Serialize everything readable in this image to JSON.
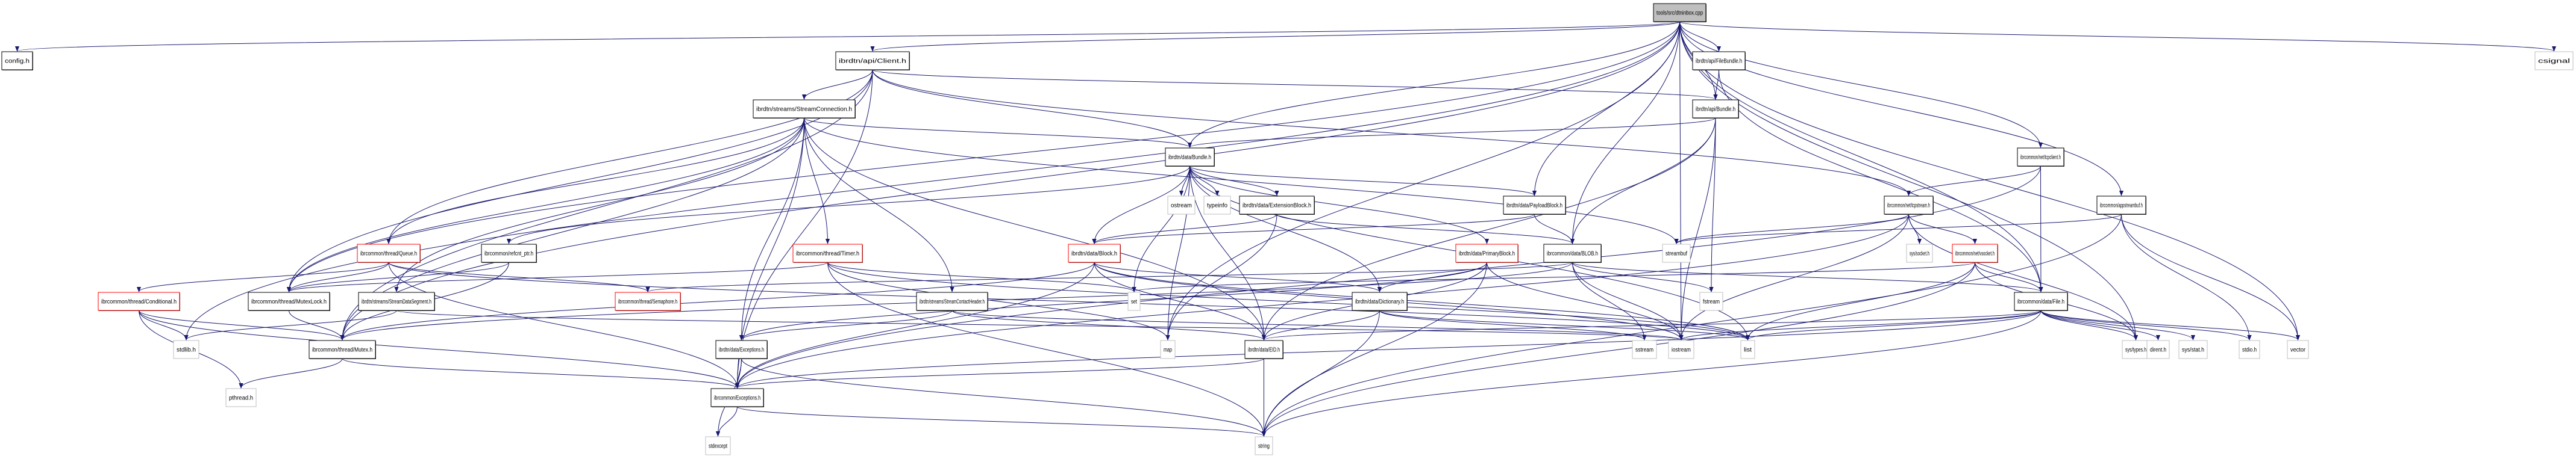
{
  "title": "Include dependency graph for tools/src/dtninbox.cpp",
  "colors": {
    "edge": "#191970",
    "root_fill": "#bfbfbf",
    "documented_border": "#000000",
    "truncated_border": "#ff0000",
    "external_border": "#bfbfbf",
    "node_fill": "#ffffff"
  },
  "legend_kinds": {
    "root": "file being documented (gray fill)",
    "documented": "documented header (black border)",
    "truncated": "graph truncated (red border)",
    "external": "system/external header (gray border)"
  },
  "nodes": [
    {
      "id": "root",
      "label": "tools/src/dtninbox.cpp",
      "kind": "root"
    },
    {
      "id": "config",
      "label": "config.h",
      "kind": "documented"
    },
    {
      "id": "client",
      "label": "ibrdtn/api/Client.h",
      "kind": "documented"
    },
    {
      "id": "filebundle",
      "label": "ibrdtn/api/FileBundle.h",
      "kind": "documented"
    },
    {
      "id": "apibundle",
      "label": "ibrdtn/api/Bundle.h",
      "kind": "documented"
    },
    {
      "id": "streamconn",
      "label": "ibrdtn/streams/StreamConnection.h",
      "kind": "documented"
    },
    {
      "id": "databundle",
      "label": "ibrdtn/data/Bundle.h",
      "kind": "documented"
    },
    {
      "id": "tcpclient",
      "label": "ibrcommon/net/tcpclient.h",
      "kind": "documented"
    },
    {
      "id": "tcpstream",
      "label": "ibrcommon/net/tcpstream.h",
      "kind": "documented"
    },
    {
      "id": "appstreambuf",
      "label": "ibrcommon/appstreambuf.h",
      "kind": "documented"
    },
    {
      "id": "queue",
      "label": "ibrcommon/thread/Queue.h",
      "kind": "truncated"
    },
    {
      "id": "refcnt",
      "label": "ibrcommon/refcnt_ptr.h",
      "kind": "documented"
    },
    {
      "id": "timer",
      "label": "ibrcommon/thread/Timer.h",
      "kind": "truncated"
    },
    {
      "id": "ostream",
      "label": "ostream",
      "kind": "external"
    },
    {
      "id": "typeinfo",
      "label": "typeinfo",
      "kind": "external"
    },
    {
      "id": "extblock",
      "label": "ibrdtn/data/ExtensionBlock.h",
      "kind": "documented"
    },
    {
      "id": "payloadblock",
      "label": "ibrdtn/data/PayloadBlock.h",
      "kind": "documented"
    },
    {
      "id": "block",
      "label": "ibrdtn/data/Block.h",
      "kind": "truncated"
    },
    {
      "id": "primaryblock",
      "label": "ibrdtn/data/PrimaryBlock.h",
      "kind": "truncated"
    },
    {
      "id": "blob",
      "label": "ibrcommon/data/BLOB.h",
      "kind": "documented"
    },
    {
      "id": "streambuf",
      "label": "streambuf",
      "kind": "external"
    },
    {
      "id": "syssocket",
      "label": "sys/socket.h",
      "kind": "external"
    },
    {
      "id": "vsocket",
      "label": "ibrcommon/net/vsocket.h",
      "kind": "truncated"
    },
    {
      "id": "conditional",
      "label": "ibrcommon/thread/Conditional.h",
      "kind": "truncated"
    },
    {
      "id": "mutexlock",
      "label": "ibrcommon/thread/MutexLock.h",
      "kind": "documented"
    },
    {
      "id": "streamdataseg",
      "label": "ibrdtn/streams/StreamDataSegment.h",
      "kind": "documented"
    },
    {
      "id": "semaphore",
      "label": "ibrcommon/thread/Semaphore.h",
      "kind": "truncated"
    },
    {
      "id": "contactheader",
      "label": "ibrdtn/streams/StreamContactHeader.h",
      "kind": "documented"
    },
    {
      "id": "set",
      "label": "set",
      "kind": "external"
    },
    {
      "id": "dictionary",
      "label": "ibrdtn/data/Dictionary.h",
      "kind": "documented"
    },
    {
      "id": "fstream",
      "label": "fstream",
      "kind": "external"
    },
    {
      "id": "file",
      "label": "ibrcommon/data/File.h",
      "kind": "documented"
    },
    {
      "id": "stdlib",
      "label": "stdlib.h",
      "kind": "external"
    },
    {
      "id": "mutex",
      "label": "ibrcommon/thread/Mutex.h",
      "kind": "documented"
    },
    {
      "id": "dataexceptions",
      "label": "ibrdtn/data/Exceptions.h",
      "kind": "documented"
    },
    {
      "id": "map",
      "label": "map",
      "kind": "external"
    },
    {
      "id": "eid",
      "label": "ibrdtn/data/EID.h",
      "kind": "documented"
    },
    {
      "id": "sstream",
      "label": "sstream",
      "kind": "external"
    },
    {
      "id": "iostream",
      "label": "iostream",
      "kind": "external"
    },
    {
      "id": "list",
      "label": "list",
      "kind": "external"
    },
    {
      "id": "systypes",
      "label": "sys/types.h",
      "kind": "external"
    },
    {
      "id": "dirent",
      "label": "dirent.h",
      "kind": "external"
    },
    {
      "id": "sysstat",
      "label": "sys/stat.h",
      "kind": "external"
    },
    {
      "id": "stdio",
      "label": "stdio.h",
      "kind": "external"
    },
    {
      "id": "vector",
      "label": "vector",
      "kind": "external"
    },
    {
      "id": "pthread",
      "label": "pthread.h",
      "kind": "external"
    },
    {
      "id": "commonexceptions",
      "label": "ibrcommon/Exceptions.h",
      "kind": "documented"
    },
    {
      "id": "stdexcept",
      "label": "stdexcept",
      "kind": "external"
    },
    {
      "id": "string",
      "label": "string",
      "kind": "external"
    },
    {
      "id": "csignal",
      "label": "csignal",
      "kind": "external"
    }
  ],
  "edges": [
    [
      "root",
      "config"
    ],
    [
      "root",
      "client"
    ],
    [
      "root",
      "filebundle"
    ],
    [
      "root",
      "apibundle"
    ],
    [
      "root",
      "databundle"
    ],
    [
      "root",
      "tcpclient"
    ],
    [
      "root",
      "appstreambuf"
    ],
    [
      "root",
      "blob"
    ],
    [
      "root",
      "file"
    ],
    [
      "root",
      "csignal"
    ],
    [
      "root",
      "vector"
    ],
    [
      "root",
      "systypes"
    ],
    [
      "root",
      "stdlib"
    ],
    [
      "root",
      "mutexlock"
    ],
    [
      "root",
      "mutex"
    ],
    [
      "root",
      "map"
    ],
    [
      "root",
      "payloadblock"
    ],
    [
      "root",
      "iostream"
    ],
    [
      "client",
      "streamconn"
    ],
    [
      "client",
      "apibundle"
    ],
    [
      "client",
      "databundle"
    ],
    [
      "client",
      "queue"
    ],
    [
      "client",
      "mutexlock"
    ],
    [
      "client",
      "tcpstream"
    ],
    [
      "client",
      "commonexceptions"
    ],
    [
      "client",
      "mutex"
    ],
    [
      "filebundle",
      "apibundle"
    ],
    [
      "filebundle",
      "file"
    ],
    [
      "apibundle",
      "databundle"
    ],
    [
      "apibundle",
      "blob"
    ],
    [
      "apibundle",
      "fstream"
    ],
    [
      "apibundle",
      "eid"
    ],
    [
      "apibundle",
      "iostream"
    ],
    [
      "streamconn",
      "databundle"
    ],
    [
      "streamconn",
      "queue"
    ],
    [
      "streamconn",
      "timer"
    ],
    [
      "streamconn",
      "mutexlock"
    ],
    [
      "streamconn",
      "streamdataseg"
    ],
    [
      "streamconn",
      "contactheader"
    ],
    [
      "streamconn",
      "dataexceptions"
    ],
    [
      "streamconn",
      "mutex"
    ],
    [
      "streamconn",
      "commonexceptions"
    ],
    [
      "streamconn",
      "streambuf"
    ],
    [
      "streamconn",
      "eid"
    ],
    [
      "databundle",
      "ostream"
    ],
    [
      "databundle",
      "typeinfo"
    ],
    [
      "databundle",
      "extblock"
    ],
    [
      "databundle",
      "payloadblock"
    ],
    [
      "databundle",
      "block"
    ],
    [
      "databundle",
      "primaryblock"
    ],
    [
      "databundle",
      "refcnt"
    ],
    [
      "databundle",
      "set"
    ],
    [
      "databundle",
      "map"
    ],
    [
      "databundle",
      "list"
    ],
    [
      "databundle",
      "dictionary"
    ],
    [
      "databundle",
      "eid"
    ],
    [
      "tcpclient",
      "tcpstream"
    ],
    [
      "tcpclient",
      "file"
    ],
    [
      "tcpclient",
      "commonexceptions"
    ],
    [
      "tcpstream",
      "streambuf"
    ],
    [
      "tcpstream",
      "syssocket"
    ],
    [
      "tcpstream",
      "vsocket"
    ],
    [
      "tcpstream",
      "systypes"
    ],
    [
      "tcpstream",
      "commonexceptions"
    ],
    [
      "tcpstream",
      "iostream"
    ],
    [
      "appstreambuf",
      "streambuf"
    ],
    [
      "appstreambuf",
      "stdio"
    ],
    [
      "appstreambuf",
      "vector"
    ],
    [
      "appstreambuf",
      "string"
    ],
    [
      "queue",
      "conditional"
    ],
    [
      "queue",
      "mutexlock"
    ],
    [
      "queue",
      "semaphore"
    ],
    [
      "queue",
      "commonexceptions"
    ],
    [
      "queue",
      "list"
    ],
    [
      "refcnt",
      "mutexlock"
    ],
    [
      "refcnt",
      "mutex"
    ],
    [
      "timer",
      "mutexlock"
    ],
    [
      "timer",
      "set"
    ],
    [
      "timer",
      "map"
    ],
    [
      "timer",
      "string"
    ],
    [
      "timer",
      "list"
    ],
    [
      "extblock",
      "block"
    ],
    [
      "extblock",
      "blob"
    ],
    [
      "extblock",
      "map"
    ],
    [
      "payloadblock",
      "block"
    ],
    [
      "payloadblock",
      "blob"
    ],
    [
      "block",
      "eid"
    ],
    [
      "block",
      "dictionary"
    ],
    [
      "block",
      "list"
    ],
    [
      "block",
      "commonexceptions"
    ],
    [
      "block",
      "iostream"
    ],
    [
      "block",
      "mutex"
    ],
    [
      "primaryblock",
      "eid"
    ],
    [
      "primaryblock",
      "dictionary"
    ],
    [
      "primaryblock",
      "string"
    ],
    [
      "primaryblock",
      "dataexceptions"
    ],
    [
      "primaryblock",
      "iostream"
    ],
    [
      "blob",
      "file"
    ],
    [
      "blob",
      "fstream"
    ],
    [
      "blob",
      "sstream"
    ],
    [
      "blob",
      "iostream"
    ],
    [
      "blob",
      "mutex"
    ],
    [
      "blob",
      "semaphore"
    ],
    [
      "vsocket",
      "file"
    ],
    [
      "vsocket",
      "systypes"
    ],
    [
      "vsocket",
      "string"
    ],
    [
      "vsocket",
      "list"
    ],
    [
      "vsocket",
      "set"
    ],
    [
      "conditional",
      "stdlib"
    ],
    [
      "conditional",
      "mutex"
    ],
    [
      "conditional",
      "pthread"
    ],
    [
      "conditional",
      "commonexceptions"
    ],
    [
      "mutexlock",
      "mutex"
    ],
    [
      "streamdataseg",
      "stdlib"
    ],
    [
      "streamdataseg",
      "iostream"
    ],
    [
      "contactheader",
      "dataexceptions"
    ],
    [
      "contactheader",
      "eid"
    ],
    [
      "contactheader",
      "iostream"
    ],
    [
      "dictionary",
      "eid"
    ],
    [
      "dictionary",
      "sstream"
    ],
    [
      "dictionary",
      "list"
    ],
    [
      "dictionary",
      "string"
    ],
    [
      "file",
      "systypes"
    ],
    [
      "file",
      "dirent"
    ],
    [
      "file",
      "sysstat"
    ],
    [
      "file",
      "stdio"
    ],
    [
      "file",
      "vector"
    ],
    [
      "file",
      "list"
    ],
    [
      "file",
      "string"
    ],
    [
      "file",
      "iostream"
    ],
    [
      "file",
      "commonexceptions"
    ],
    [
      "file",
      "eid"
    ],
    [
      "mutex",
      "pthread"
    ],
    [
      "mutex",
      "commonexceptions"
    ],
    [
      "dataexceptions",
      "commonexceptions"
    ],
    [
      "dataexceptions",
      "stdexcept"
    ],
    [
      "dataexceptions",
      "string"
    ],
    [
      "eid",
      "string"
    ],
    [
      "eid",
      "commonexceptions"
    ],
    [
      "commonexceptions",
      "stdexcept"
    ],
    [
      "commonexceptions",
      "string"
    ]
  ]
}
